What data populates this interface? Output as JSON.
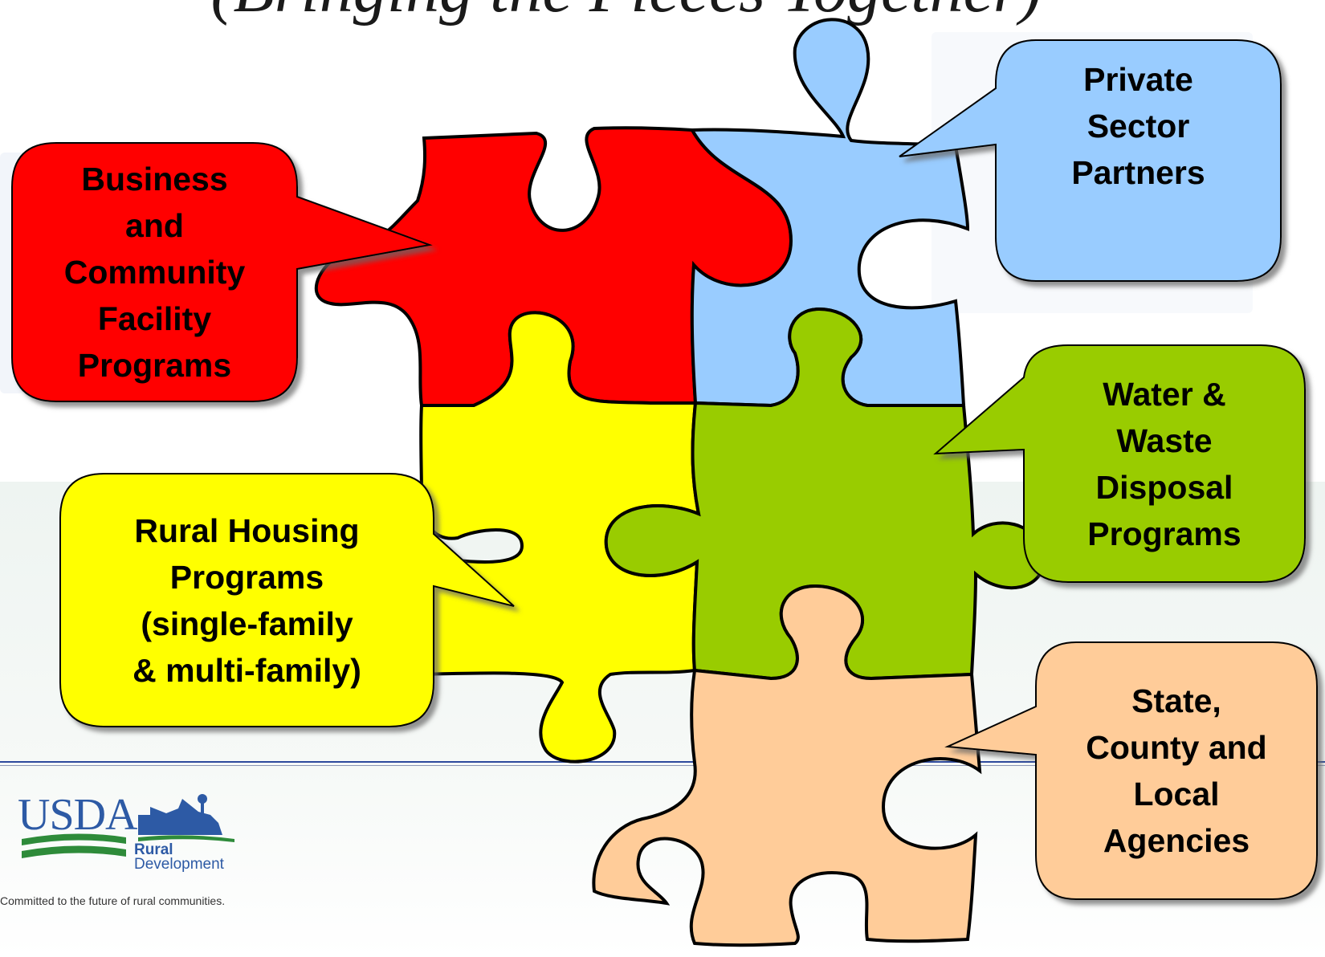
{
  "title": "(Bringing the Pieces Together)",
  "callouts": {
    "business": "Business\nand\nCommunity\nFacility\nPrograms",
    "private": "Private\nSector\nPartners",
    "water": "Water &\nWaste\nDisposal\nPrograms",
    "housing": "Rural Housing\nPrograms\n(single-family\n& multi-family)",
    "state": "State,\nCounty and\nLocal\nAgencies"
  },
  "colors": {
    "red": "#ff0000",
    "blue": "#99ccff",
    "yellow": "#ffff00",
    "green": "#99cc00",
    "peach": "#ffcc99"
  },
  "footer": {
    "logo_usda": "USDA",
    "logo_rural": "Rural",
    "logo_development": "Development",
    "tagline": "Committed to the future of rural communities."
  }
}
